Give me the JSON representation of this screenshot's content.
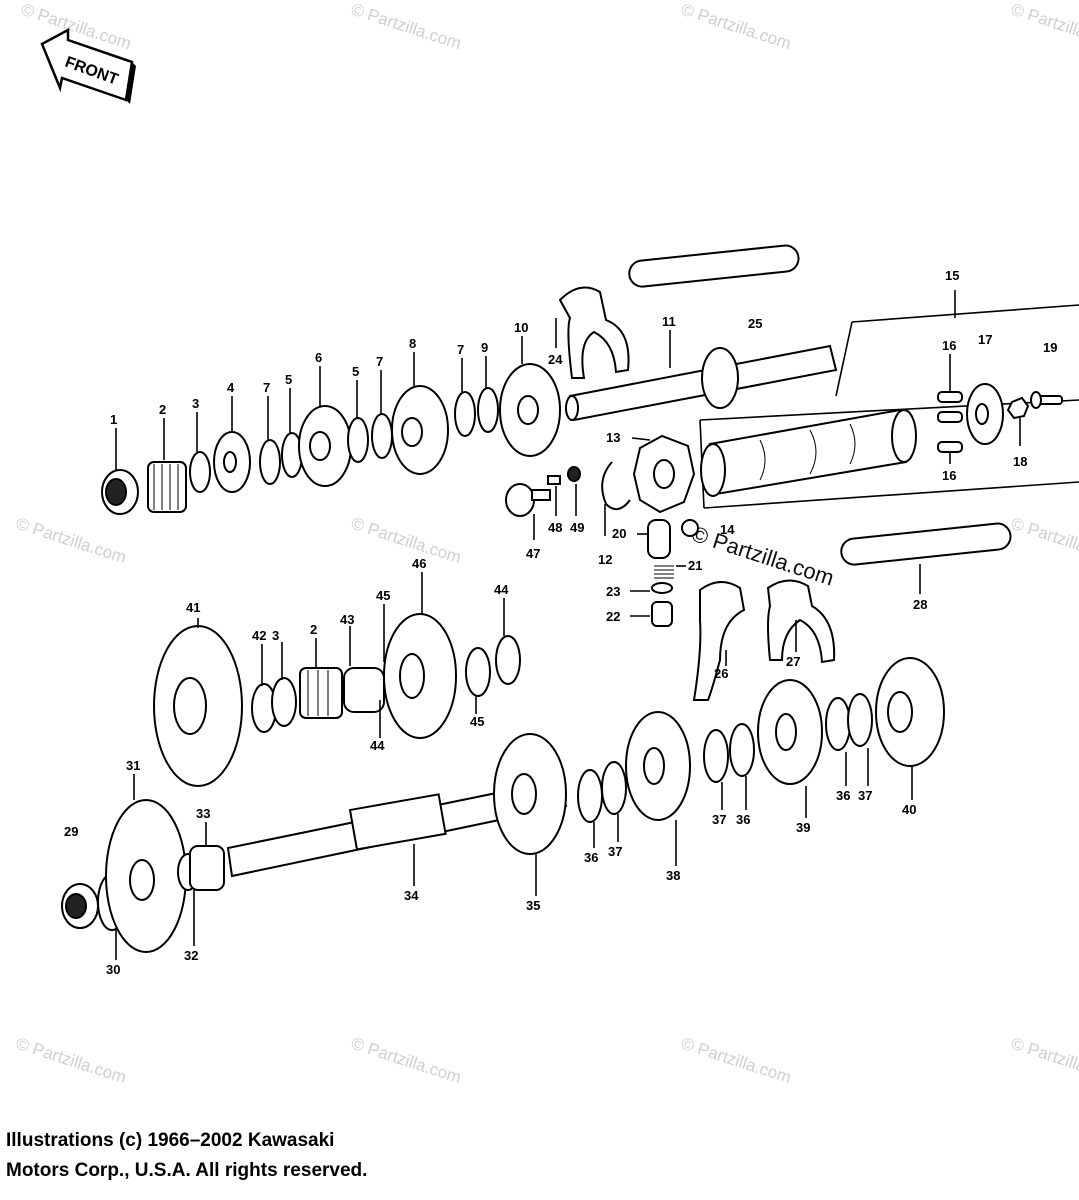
{
  "front_arrow": {
    "label": "FRONT"
  },
  "watermark": {
    "text": "© Partzilla.com"
  },
  "callouts": {
    "c1": "1",
    "c2": "2",
    "c3": "3",
    "c4": "4",
    "c5": "5",
    "c6": "6",
    "c7": "7",
    "c8": "8",
    "c9": "9",
    "c10": "10",
    "c11": "11",
    "c12": "12",
    "c13": "13",
    "c14": "14",
    "c15": "15",
    "c16": "16",
    "c17": "17",
    "c18": "18",
    "c19": "19",
    "c20": "20",
    "c21": "21",
    "c22": "22",
    "c23": "23",
    "c24": "24",
    "c25": "25",
    "c26": "26",
    "c27": "27",
    "c28": "28",
    "c29": "29",
    "c30": "30",
    "c31": "31",
    "c32": "32",
    "c33": "33",
    "c34": "34",
    "c35": "35",
    "c36": "36",
    "c37": "37",
    "c38": "38",
    "c39": "39",
    "c40": "40",
    "c41": "41",
    "c42": "42",
    "c43": "43",
    "c44": "44",
    "c45": "45",
    "c46": "46",
    "c47": "47",
    "c48": "48",
    "c49": "49"
  },
  "copyright": {
    "line1": "Illustrations (c) 1966–2002 Kawasaki",
    "line2": "Motors Corp., U.S.A.  All rights reserved."
  }
}
